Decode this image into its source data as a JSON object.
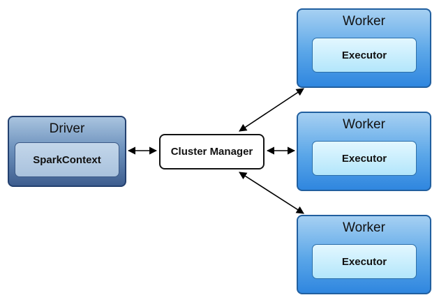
{
  "driver": {
    "title": "Driver",
    "context_label": "SparkContext"
  },
  "cluster_manager": {
    "label": "Cluster Manager"
  },
  "workers": [
    {
      "title": "Worker",
      "executor_label": "Executor"
    },
    {
      "title": "Worker",
      "executor_label": "Executor"
    },
    {
      "title": "Worker",
      "executor_label": "Executor"
    }
  ],
  "colors": {
    "driver_border": "#23406f",
    "worker_border": "#215f9f",
    "arrow": "#000000"
  }
}
